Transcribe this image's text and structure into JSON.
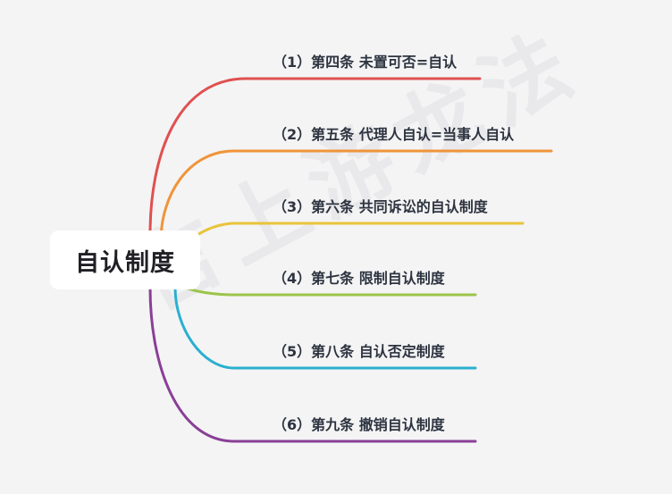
{
  "root": {
    "label": "自认制度"
  },
  "watermark": {
    "text": "言上游龙法"
  },
  "branches": [
    {
      "label": "（1）第四条 未置可否=自认",
      "color": "#e05050"
    },
    {
      "label": "（2）第五条 代理人自认=当事人自认",
      "color": "#f0943a"
    },
    {
      "label": "（3）第六条 共同诉讼的自认制度",
      "color": "#e8c43a"
    },
    {
      "label": "（4）第七条 限制自认制度",
      "color": "#9cc44a"
    },
    {
      "label": "（5）第八条 自认否定制度",
      "color": "#2ab0cf"
    },
    {
      "label": "（6）第九条 撤销自认制度",
      "color": "#8a3f96"
    }
  ]
}
